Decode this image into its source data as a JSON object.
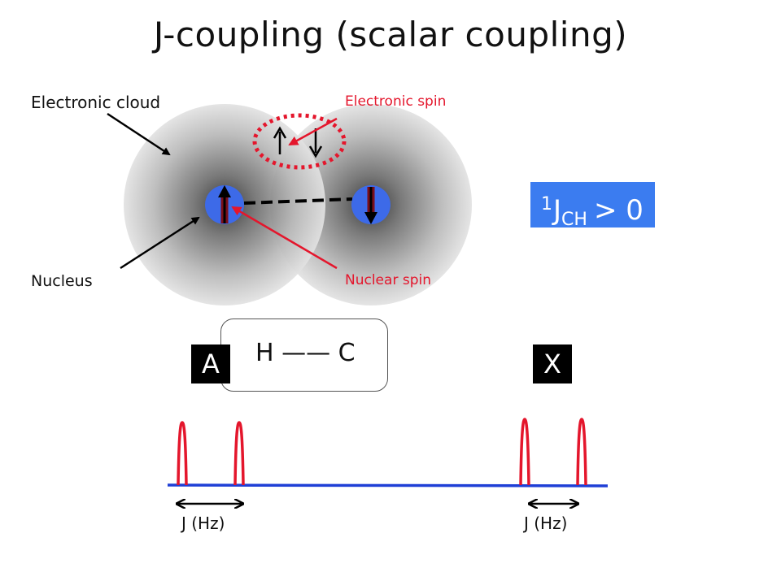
{
  "title": "J-coupling (scalar coupling)",
  "labels": {
    "electronic_cloud": "Electronic cloud",
    "electronic_spin": "Electronic spin",
    "nucleus": "Nucleus",
    "nuclear_spin": "Nuclear spin"
  },
  "coupling_constant": {
    "superscript": "1",
    "symbol": "J",
    "subscript": "CH",
    "relation": "> 0"
  },
  "bond": {
    "text": "H —— C"
  },
  "spectrum": {
    "left_label": "A",
    "right_label": "X",
    "left_split_label": "J (Hz)",
    "right_split_label": "J (Hz)"
  },
  "colors": {
    "annotation_red": "#e4162c",
    "nucleus_blue": "#3d6ae8",
    "baseline_blue": "#1f3fd6",
    "box_blue": "#3b7cf0"
  }
}
